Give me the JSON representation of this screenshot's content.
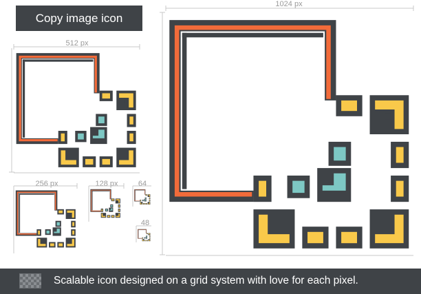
{
  "title": "Copy image icon",
  "size_labels": {
    "s1024": "1024 px",
    "s512": "512 px",
    "s256": "256 px",
    "s128": "128 px",
    "s64": "64",
    "s48": "48"
  },
  "footer_text": "Scalable icon designed on a grid system with love for each pixel.",
  "colors": {
    "dark": "#3f4347",
    "orange": "#f26b3a",
    "yellow": "#f9c94a",
    "teal": "#7dc8c4",
    "guide": "#c8c8c8",
    "footer": "#3f4347"
  },
  "icon": "copy-image-icon"
}
